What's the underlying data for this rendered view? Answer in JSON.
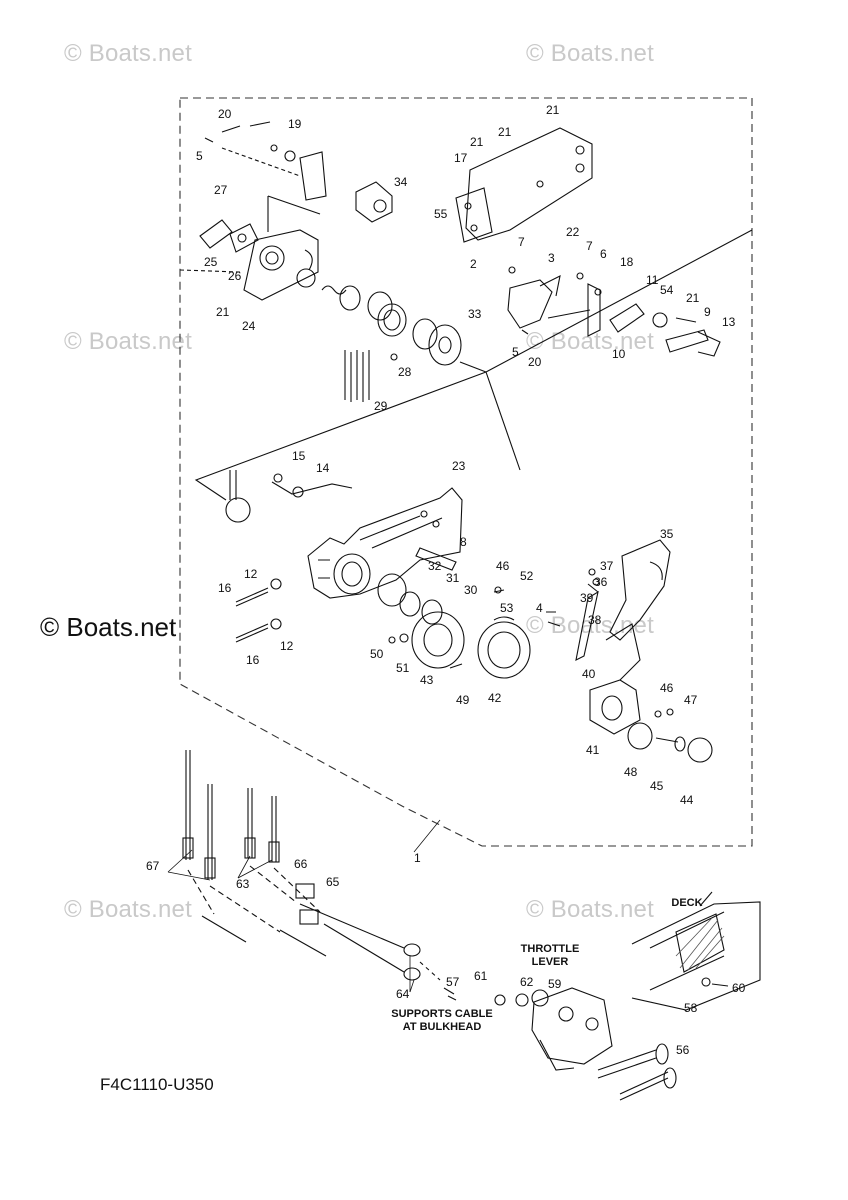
{
  "watermark": {
    "text": "© Boats.net",
    "prominent_text": "© Boats.net"
  },
  "diagram_code": "F4C1110-U350",
  "notes": {
    "deck": "DECK",
    "throttle_lever": [
      "THROTTLE",
      "LEVER"
    ],
    "supports_cable": [
      "SUPPORTS CABLE",
      "AT BULKHEAD"
    ]
  },
  "callouts": [
    "1",
    "2",
    "3",
    "4",
    "5",
    "5",
    "6",
    "7",
    "7",
    "8",
    "9",
    "10",
    "11",
    "12",
    "12",
    "13",
    "14",
    "15",
    "16",
    "16",
    "17",
    "18",
    "19",
    "20",
    "20",
    "21",
    "21",
    "21",
    "21",
    "21",
    "22",
    "23",
    "24",
    "25",
    "26",
    "27",
    "28",
    "29",
    "30",
    "31",
    "32",
    "33",
    "34",
    "35",
    "36",
    "37",
    "38",
    "39",
    "40",
    "41",
    "42",
    "43",
    "44",
    "45",
    "46",
    "46",
    "47",
    "48",
    "49",
    "50",
    "51",
    "52",
    "53",
    "54",
    "55",
    "56",
    "57",
    "58",
    "59",
    "60",
    "61",
    "62",
    "63",
    "64",
    "65",
    "66",
    "67"
  ],
  "colors": {
    "line": "#111111",
    "dash": "#333333",
    "watermark": "#c9c9c9",
    "hatch": "#555555"
  }
}
